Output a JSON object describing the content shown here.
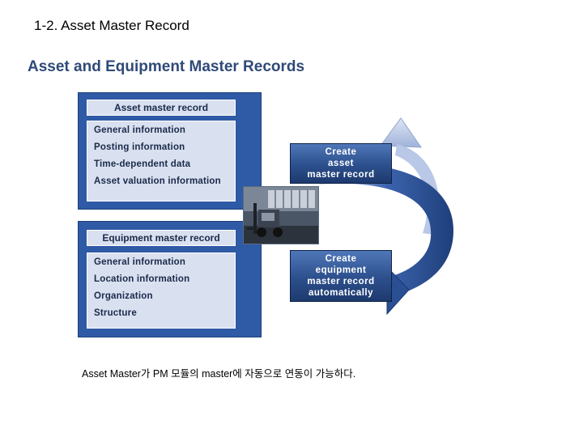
{
  "slide_title": "1-2. Asset Master Record",
  "diagram_title": "Asset and Equipment Master Records",
  "asset_panel": {
    "header": "Asset master record",
    "items": [
      "General information",
      "Posting information",
      "Time-dependent data",
      "Asset valuation information"
    ]
  },
  "equipment_panel": {
    "header": "Equipment master record",
    "items": [
      "General information",
      "Location information",
      "Organization",
      "Structure"
    ]
  },
  "actions": {
    "create_asset": [
      "Create",
      "asset",
      "master record"
    ],
    "create_equipment": [
      "Create",
      "equipment",
      "master record",
      "automatically"
    ]
  },
  "images": {
    "forklift": "forklift-warehouse-photo"
  },
  "colors": {
    "panel_blue": "#2e5aa6",
    "panel_light": "#d9e0ef",
    "title_blue": "#2f4a78",
    "arrow_blue": "#3b63ad"
  },
  "caption": "Asset Master가 PM 모듈의 master에 자동으로 연동이 가능하다."
}
